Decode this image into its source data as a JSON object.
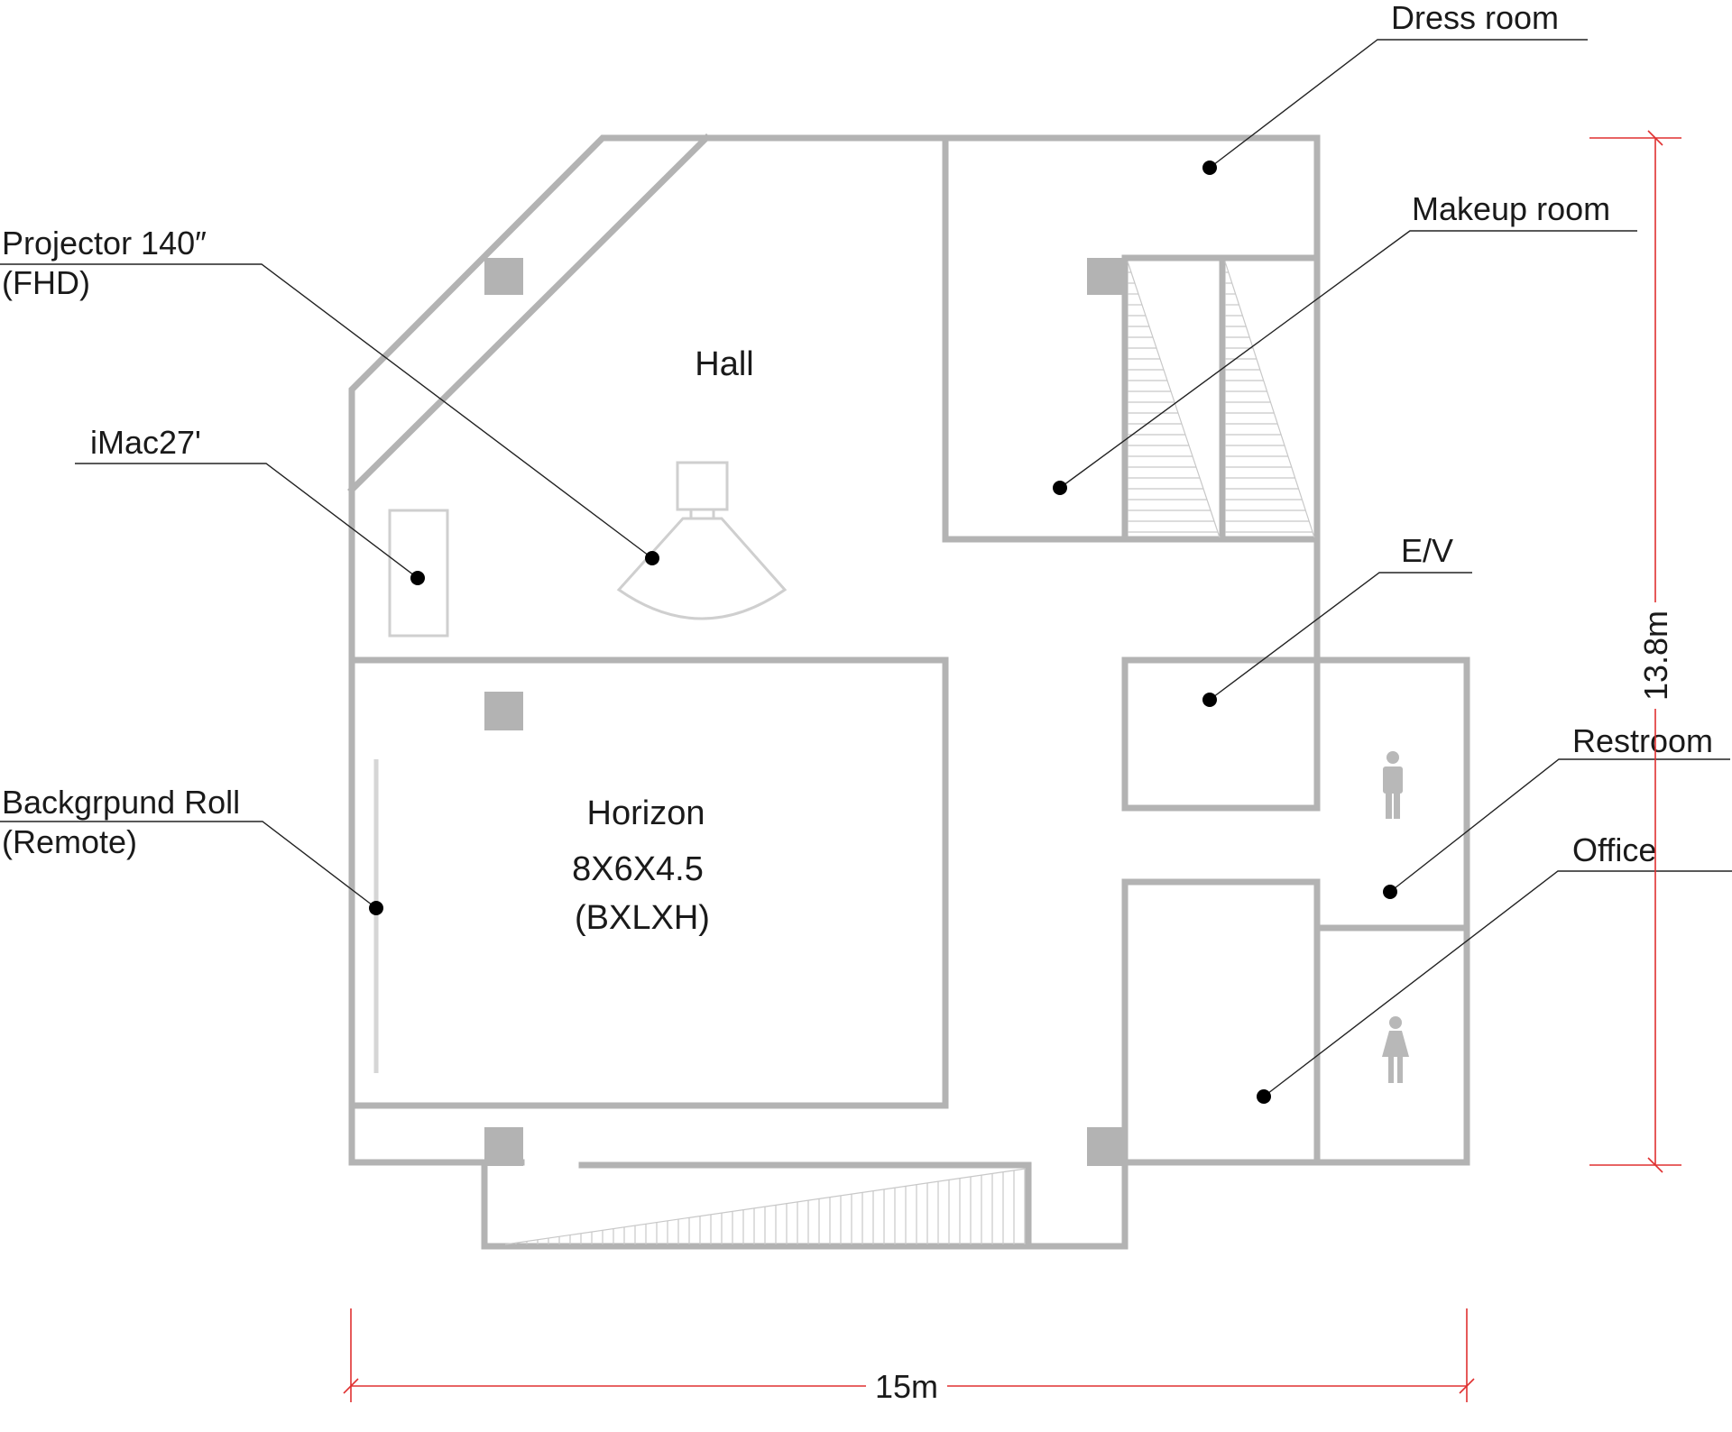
{
  "labels": {
    "dress_room": "Dress room",
    "makeup_room": "Makeup room",
    "projector_line1": "Projector 140″",
    "projector_line2": "(FHD)",
    "imac": "iMac27'",
    "hall": "Hall",
    "ev": "E/V",
    "restroom": "Restroom",
    "office": "Office",
    "background_roll_line1": "Backgrpund Roll",
    "background_roll_line2": "(Remote)",
    "horizon_name": "Horizon",
    "horizon_size": "8X6X4.5",
    "horizon_units": "(BXLXH)"
  },
  "dimensions": {
    "width": "15m",
    "height": "13.8m"
  },
  "colors": {
    "wall": "#b3b3b3",
    "furniture": "#cfcfcf",
    "dimension_line": "#e03030",
    "text": "#1a1a1a"
  },
  "icons": {
    "restroom_male": "male-person-icon",
    "restroom_female": "female-person-icon"
  }
}
